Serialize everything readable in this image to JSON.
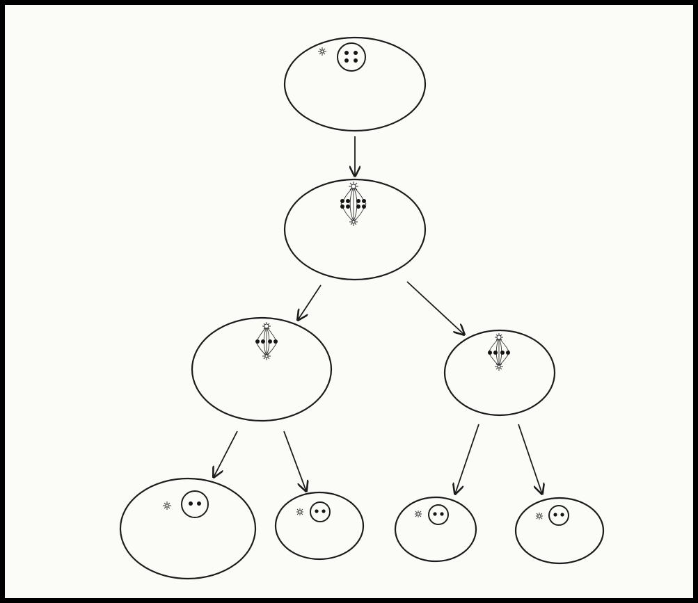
{
  "figure": {
    "type": "diagram",
    "cells": [
      {
        "id": "zygote",
        "stage": "interphase",
        "nucleus_chromosomes": 4
      },
      {
        "id": "first-division",
        "stage": "metaphase-spindle",
        "nucleus_chromosomes": 4
      },
      {
        "id": "left-daughter",
        "stage": "metaphase-spindle",
        "nucleus_chromosomes": 2
      },
      {
        "id": "right-daughter",
        "stage": "metaphase-spindle",
        "nucleus_chromosomes": 2
      },
      {
        "id": "cell-4-1",
        "stage": "interphase",
        "nucleus_chromosomes": 2
      },
      {
        "id": "cell-4-2",
        "stage": "interphase",
        "nucleus_chromosomes": 2
      },
      {
        "id": "cell-4-3",
        "stage": "interphase",
        "nucleus_chromosomes": 2
      },
      {
        "id": "cell-4-4",
        "stage": "interphase",
        "nucleus_chromosomes": 2
      }
    ],
    "arrows": [
      {
        "from": "zygote",
        "to": "first-division"
      },
      {
        "from": "first-division",
        "to": "left-daughter"
      },
      {
        "from": "first-division",
        "to": "right-daughter"
      },
      {
        "from": "left-daughter",
        "to": "cell-4-1"
      },
      {
        "from": "left-daughter",
        "to": "cell-4-2"
      },
      {
        "from": "right-daughter",
        "to": "cell-4-3"
      },
      {
        "from": "right-daughter",
        "to": "cell-4-4"
      }
    ],
    "colors": {
      "line": "#1c1c1c",
      "border": "#000000",
      "paper": "#fbfbf8"
    }
  }
}
